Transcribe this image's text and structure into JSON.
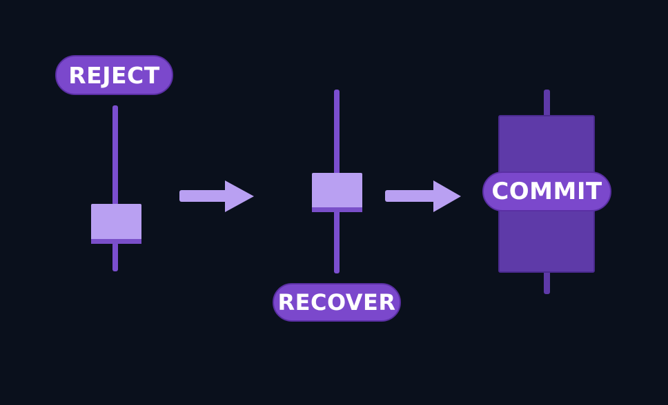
{
  "colors": {
    "background": "#0a101c",
    "light_purple": "#b9a0f2",
    "light_purple_edge": "#7a4fc9",
    "mid_purple": "#7b4fcf",
    "dark_purple": "#5e3aa8",
    "dark_purple_edge": "#4a2a8e",
    "pill_fill": "#7b48cc",
    "pill_border": "#5a2fa3",
    "arrow": "#b9a0f2"
  },
  "labels": {
    "reject": "REJECT",
    "recover": "RECOVER",
    "commit": "COMMIT"
  },
  "icons": {
    "arrow_1": "arrow-right-icon",
    "arrow_2": "arrow-right-icon"
  }
}
